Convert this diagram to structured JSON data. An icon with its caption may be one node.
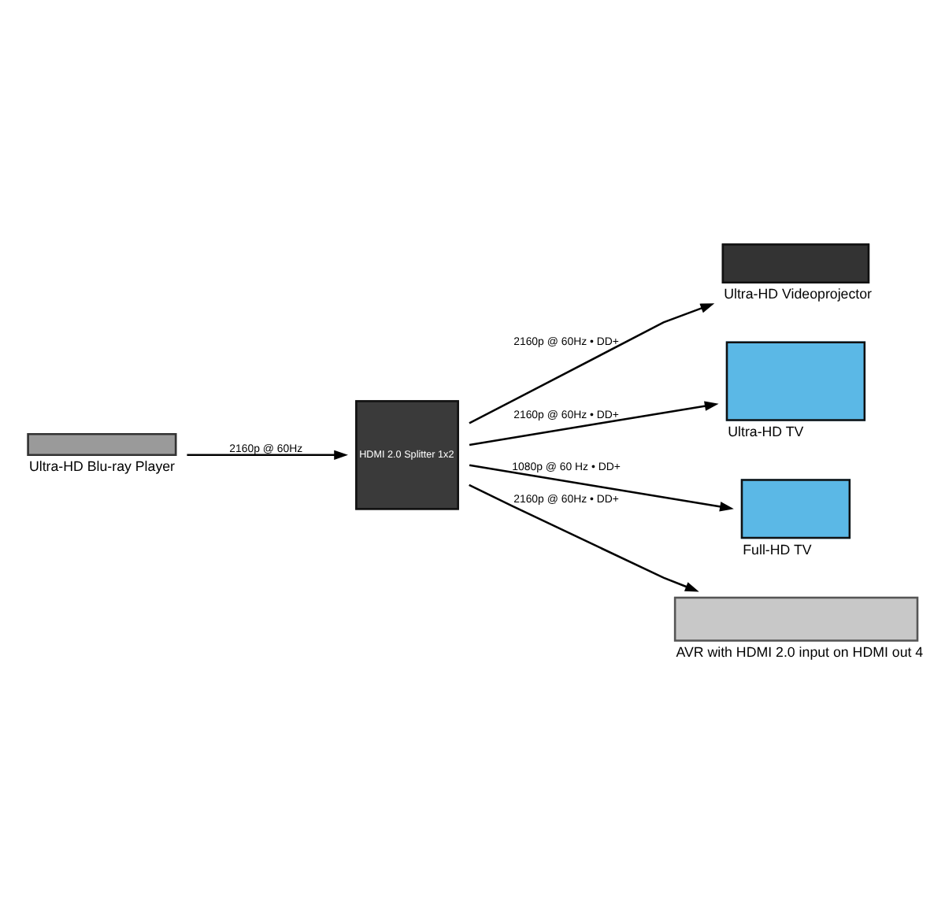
{
  "diagram": {
    "nodes": [
      {
        "text": [],
        "shape": "box",
        "beside": [
          "Ultra-HD Videoprojector"
        ]
      },
      {
        "text": [],
        "shape": "box",
        "beside": [
          "Ultra-HD TV"
        ]
      },
      {
        "text": [],
        "shape": "box",
        "beside": [
          "Full-HD TV"
        ]
      },
      {
        "text": [],
        "shape": "box",
        "beside": [
          "AVR with HDMI 2.0 input on HDMI out 4"
        ]
      },
      {
        "text": [
          "HDMI 2.0 Splitter 1x2"
        ]
      },
      {
        "text": [],
        "shape": "box",
        "beside": [
          "Ultra-HD Blu-ray Player"
        ]
      }
    ],
    "edges": [
      {
        "from": 4,
        "to": 0,
        "arrow": "to",
        "label": "2160p @ 60Hz • DD+"
      },
      {
        "from": 4,
        "to": 1,
        "arrow": "to",
        "label": "2160p @ 60Hz • DD+"
      },
      {
        "from": 4,
        "to": 2,
        "arrow": "to",
        "label": "1080p @ 60 Hz • DD+"
      },
      {
        "from": 4,
        "to": 3,
        "arrow": "to",
        "label": "2160p @ 60Hz • DD+"
      },
      {
        "from": 5,
        "to": 4,
        "arrow": "to",
        "label": "2160p @ 60Hz"
      }
    ]
  }
}
